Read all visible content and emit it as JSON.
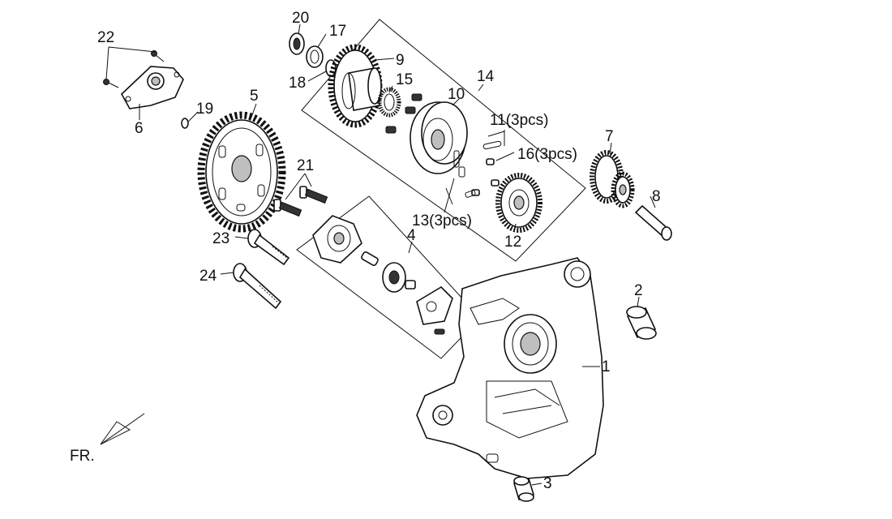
{
  "labels": {
    "l1": "1",
    "l2": "2",
    "l3": "3",
    "l4": "4",
    "l5": "5",
    "l6": "6",
    "l7": "7",
    "l8": "8",
    "l9": "9",
    "l10": "10",
    "l11": "11(3pcs)",
    "l12": "12",
    "l13": "13(3pcs)",
    "l14": "14",
    "l15": "15",
    "l16": "16(3pcs)",
    "l17": "17",
    "l18": "18",
    "l19": "19",
    "l20": "20",
    "l21": "21",
    "l22": "22",
    "l23": "23",
    "l24": "24",
    "direction": "FR."
  }
}
